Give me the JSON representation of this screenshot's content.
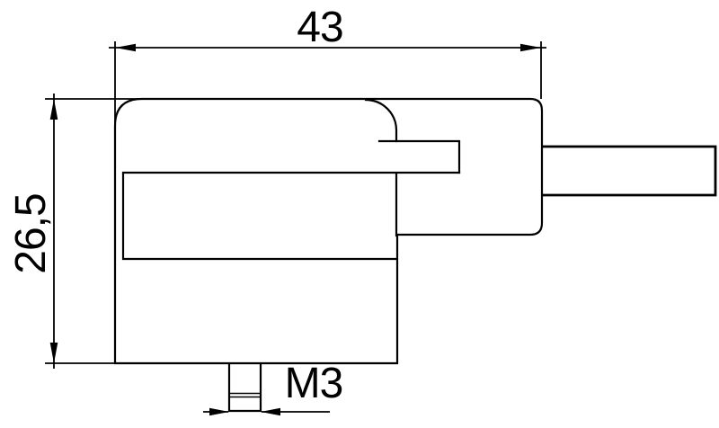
{
  "drawing": {
    "type": "technical-dimension-drawing",
    "subject": "valve-connector-side-view",
    "dimensions": {
      "width_label": "43",
      "height_label": "26,5",
      "thread_label": "M3"
    }
  },
  "colors": {
    "line": "#000000",
    "background": "#ffffff"
  }
}
